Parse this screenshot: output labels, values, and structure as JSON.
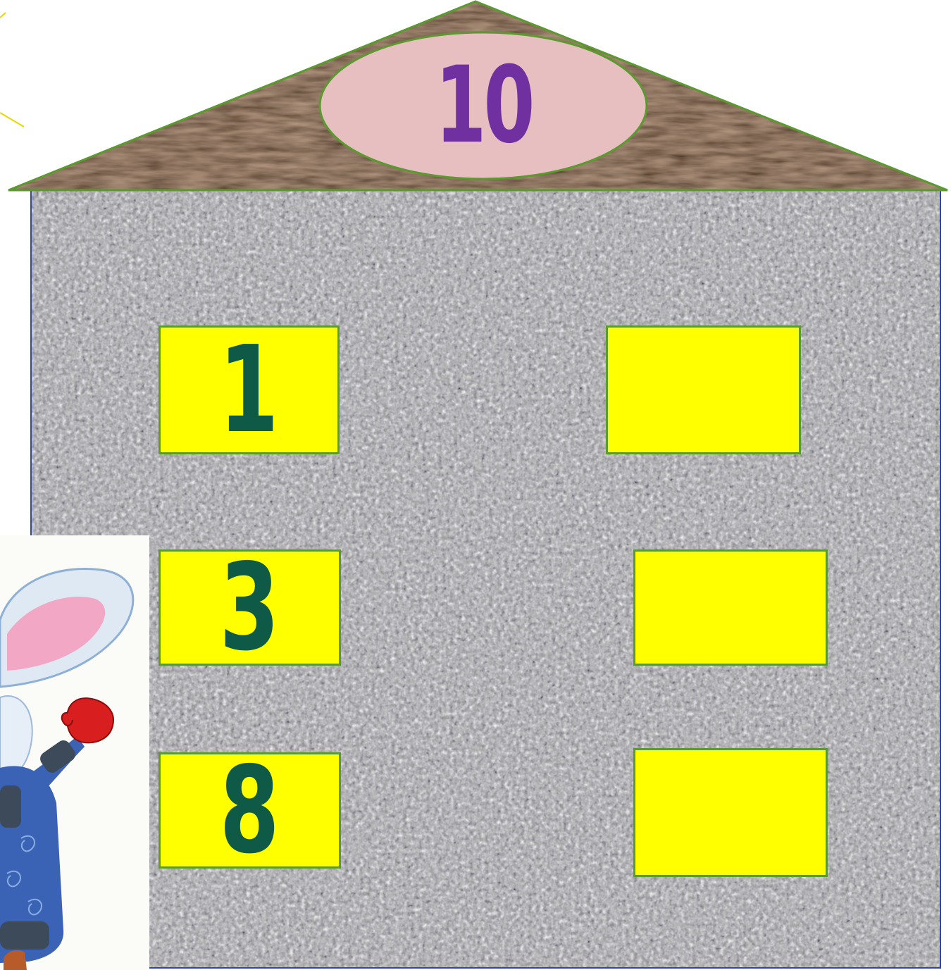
{
  "roof_number": "10",
  "pairs": [
    {
      "left": "1",
      "right": ""
    },
    {
      "left": "3",
      "right": ""
    },
    {
      "left": "8",
      "right": ""
    }
  ],
  "colors": {
    "roof": "#4a3426",
    "roof_oval": "#e8bfc0",
    "roof_number": "#7030a0",
    "wall": "#a8a8a8",
    "box_fill": "#ffff00",
    "box_border": "#5a9a2e",
    "box_number": "#0f5a47"
  },
  "character": "bunny-in-blue-coat-illustration"
}
